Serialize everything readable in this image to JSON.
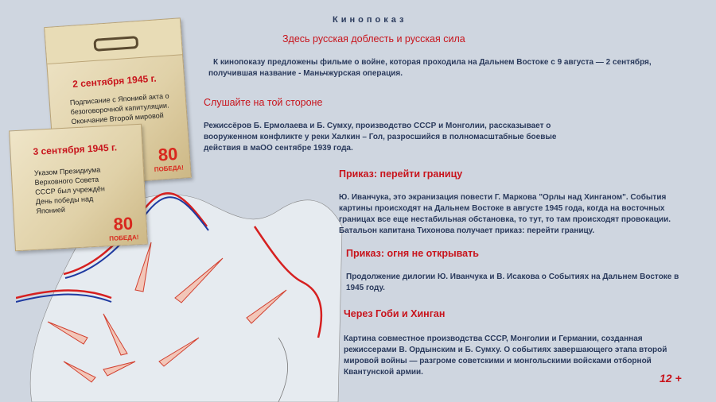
{
  "title": "Кинопоказ",
  "subtitle": "Здесь русская доблесть и русская сила",
  "intro": "К кинопоказу предложены фильме о войне, которая проходила на Дальнем Востоке с 9 августа — 2 сентября, получившая название  - Маньчжурская операция.",
  "films": [
    {
      "title": "Слушайте на той стороне",
      "text": "Режиссёров Б. Ермолаева и Б. Сумху, производство СССР и Монголии, рассказывает о вооруженном конфликте у реки Халкин – Гол, разросшийся в полномасштабные боевые действия в маОО сентябре 1939 года."
    },
    {
      "title": "Приказ: перейти границу",
      "text": "Ю. Иванчука, это  экранизация повести Г. Маркова \"Орлы над Хинганом\". События  картины происходят на Дальнем Востоке в  августе 1945 года, когда на восточных границах все еще нестабильная обстановка, то тут, то там происходят провокации. Батальон капитана Тихонова получает приказ: перейти границу."
    },
    {
      "title": "Приказ: огня не открывать",
      "text": "Продолжение дилогии Ю. Иванчука и В. Исакова о Событиях на Дальнем Востоке в 1945 году."
    },
    {
      "title": "Через Гоби и Хинган",
      "text": "Картина совместное производства СССР, Монголии и Германии, созданная режиссерами В. Ордынским и Б. Сумху. О событиях завершающего этапа второй мировой войны — разгроме советскими и монгольскими войсками отборной Квантунской армии."
    }
  ],
  "age": "12 +",
  "calendar1": {
    "date": "2 сентября 1945 г.",
    "text": "Подписание с Японией акта о безоговорочной капитуляции. Окончание Второй мировой войны",
    "badge": "80",
    "badge_sub": "ПОБЕДА!"
  },
  "calendar2": {
    "date": "3 сентября 1945 г.",
    "text": "Указом Президиума Верховного Совета СССР был учреждён День победы над Японией",
    "badge": "80",
    "badge_sub": "ПОБЕДА!"
  },
  "colors": {
    "background": "#cfd6e0",
    "heading": "#c8141c",
    "text": "#2a3a5c"
  }
}
